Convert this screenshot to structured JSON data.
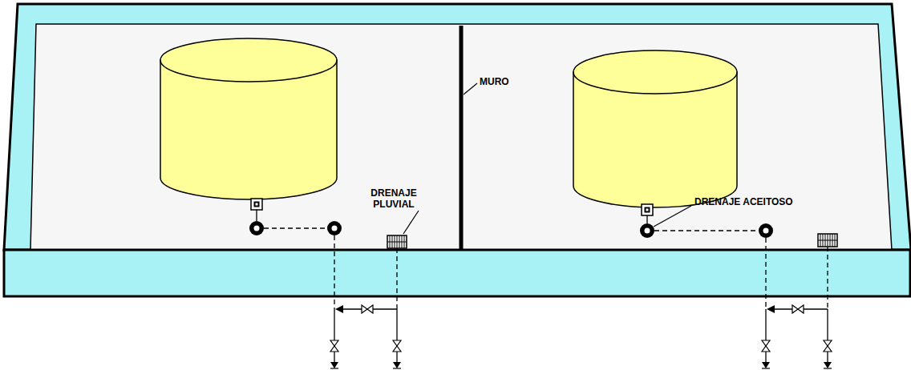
{
  "diagram": {
    "labels": [
      "MURO",
      "DRENAJE PLUVIAL",
      "DRENAJE ACEITOSO"
    ]
  }
}
